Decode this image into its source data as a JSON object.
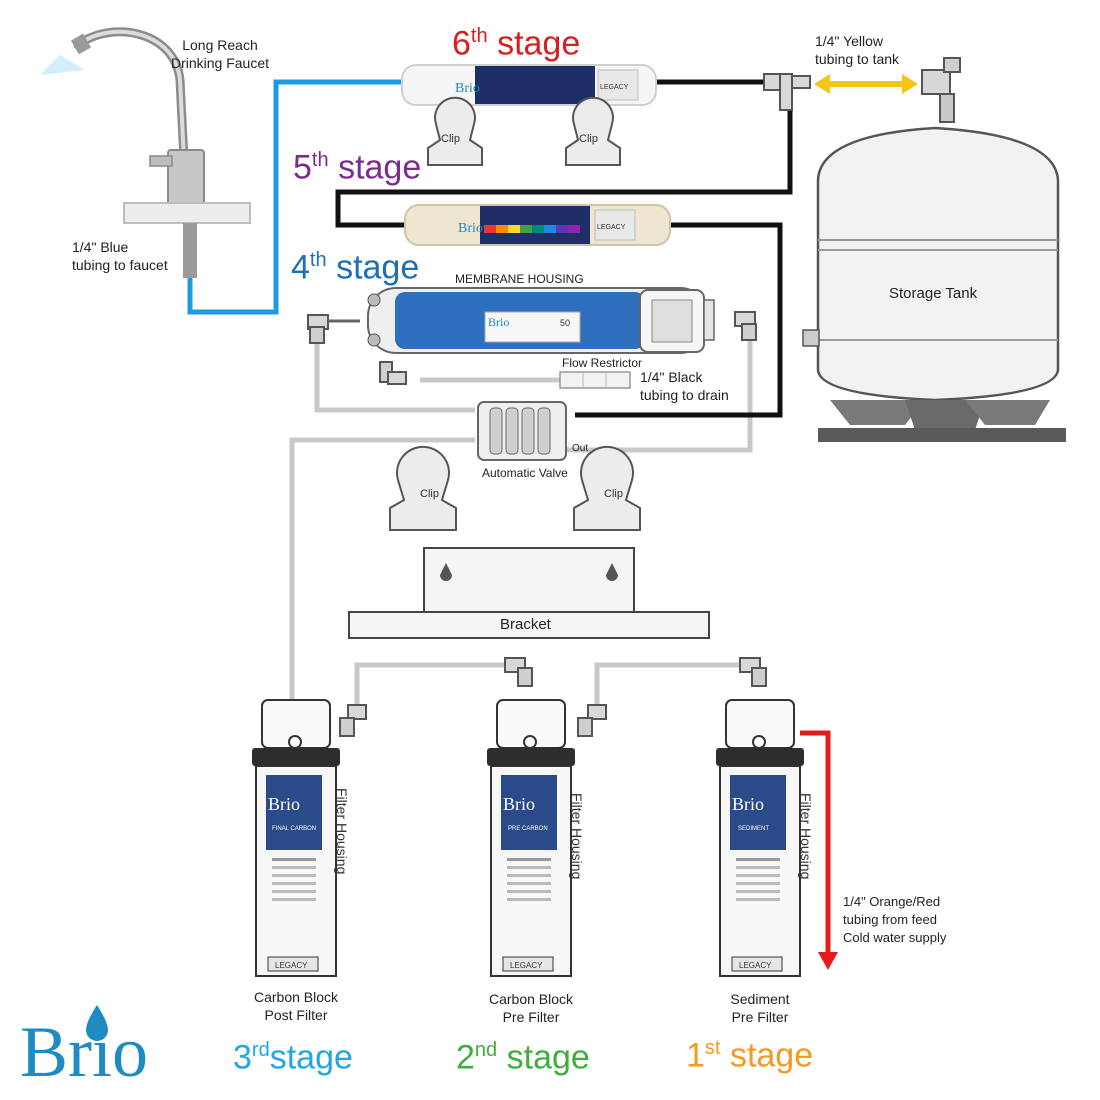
{
  "brand": {
    "name": "Brio",
    "color": "#1e8bc3"
  },
  "faucet": {
    "label_line1": "Long Reach",
    "label_line2": "Drinking Faucet"
  },
  "tubing": {
    "blue_line1": "1/4\" Blue",
    "blue_line2": "tubing to faucet",
    "yellow_line1": "1/4\" Yellow",
    "yellow_line2": "tubing to tank",
    "black_line1": "1/4\" Black",
    "black_line2": "tubing to drain",
    "feed_line1": "1/4\" Orange/Red",
    "feed_line2": "tubing from feed",
    "feed_line3": "Cold water supply"
  },
  "stages": {
    "s6": {
      "num": "6",
      "sup": "th",
      "word": "stage",
      "color": "#d42020"
    },
    "s5": {
      "num": "5",
      "sup": "th",
      "word": "stage",
      "color": "#7b2d8e"
    },
    "s4": {
      "num": "4",
      "sup": "th",
      "word": "stage",
      "color": "#1f6fb2"
    },
    "s3": {
      "num": "3",
      "sup": "rd",
      "word": "stage",
      "color": "#22a7e0"
    },
    "s2": {
      "num": "2",
      "sup": "nd",
      "word": "stage",
      "color": "#3fae3f"
    },
    "s1": {
      "num": "1",
      "sup": "st",
      "word": "stage",
      "color": "#f39a1e"
    }
  },
  "components": {
    "clip": "Clip",
    "membrane_housing": "MEMBRANE HOUSING",
    "flow_restrictor": "Flow Restrictor",
    "automatic_valve": "Automatic Valve",
    "out": "Out",
    "bracket": "Bracket",
    "storage_tank": "Storage Tank",
    "filter_housing": "Filter Housing",
    "membrane_number": "50"
  },
  "filters": {
    "f3": {
      "line1": "Carbon Block",
      "line2": "Post Filter",
      "cart_title": "FINAL CARBON"
    },
    "f2": {
      "line1": "Carbon Block",
      "line2": "Pre Filter",
      "cart_title": "PRE CARBON"
    },
    "f1": {
      "line1": "Sediment",
      "line2": "Pre Filter",
      "cart_title": "SEDIMENT"
    },
    "cart_brand": "Brio",
    "cart_series": "LEGACY"
  },
  "inline_filters": {
    "top_brand": "Brio",
    "top_series": "LEGACY",
    "mid_brand": "Brio",
    "mid_series": "LEGACY"
  },
  "colors": {
    "blue_tube": "#1e9be0",
    "yellow_tube": "#f5c518",
    "black_tube": "#111111",
    "gray_tube": "#c8c8c8",
    "red_feed": "#e51b1b",
    "membrane": "#2f6fc0"
  }
}
